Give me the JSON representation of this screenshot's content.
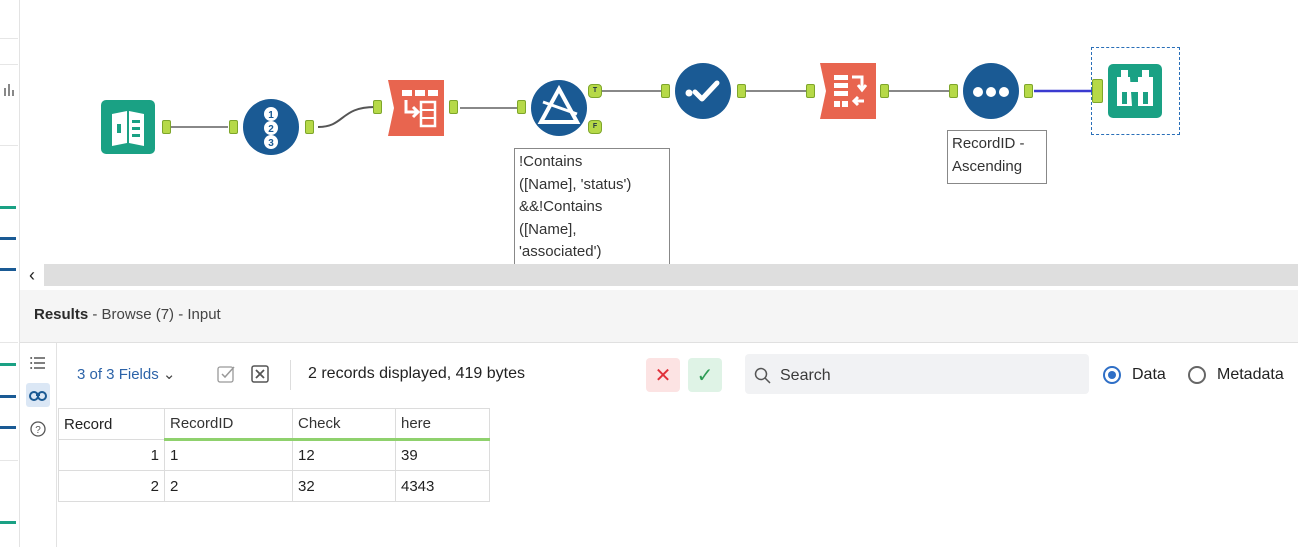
{
  "canvas": {
    "tools": [
      {
        "id": "input",
        "name": "Input Data",
        "icon": "book-icon"
      },
      {
        "id": "recordid",
        "name": "Record ID",
        "icon": "numbered-list-icon"
      },
      {
        "id": "select",
        "name": "Select",
        "icon": "select-icon"
      },
      {
        "id": "filter",
        "name": "Filter",
        "icon": "filter-icon"
      },
      {
        "id": "checkmark",
        "name": "Checkmark",
        "icon": "check-icon"
      },
      {
        "id": "transpose",
        "name": "Transpose",
        "icon": "transpose-icon"
      },
      {
        "id": "sort",
        "name": "Sort",
        "icon": "dots-icon"
      },
      {
        "id": "browse",
        "name": "Browse",
        "icon": "binoculars-icon"
      }
    ],
    "filter_true_label": "T",
    "filter_false_label": "F",
    "filter_annotation": "!Contains\n([Name], 'status')\n&&!Contains\n([Name],\n'associated')",
    "sort_annotation": "RecordID -\nAscending"
  },
  "results": {
    "title_bold": "Results",
    "title_rest": " - Browse (7) - Input",
    "fields_label": "3 of 3 Fields",
    "records_info": "2 records displayed, 419 bytes",
    "search_placeholder": "Search",
    "view_options": [
      "Data",
      "Metadata"
    ],
    "selected_view": "Data",
    "columns": [
      "Record",
      "RecordID",
      "Check",
      "here"
    ],
    "rows": [
      [
        "1",
        "1",
        "12",
        "39"
      ],
      [
        "2",
        "2",
        "32",
        "4343"
      ]
    ]
  },
  "colors": {
    "accent_blue": "#1a5a94",
    "tool_teal": "#1aa184",
    "tool_orange": "#e8654f",
    "anchor_green": "#b6d948",
    "connection_selected": "#3b3bd0"
  }
}
